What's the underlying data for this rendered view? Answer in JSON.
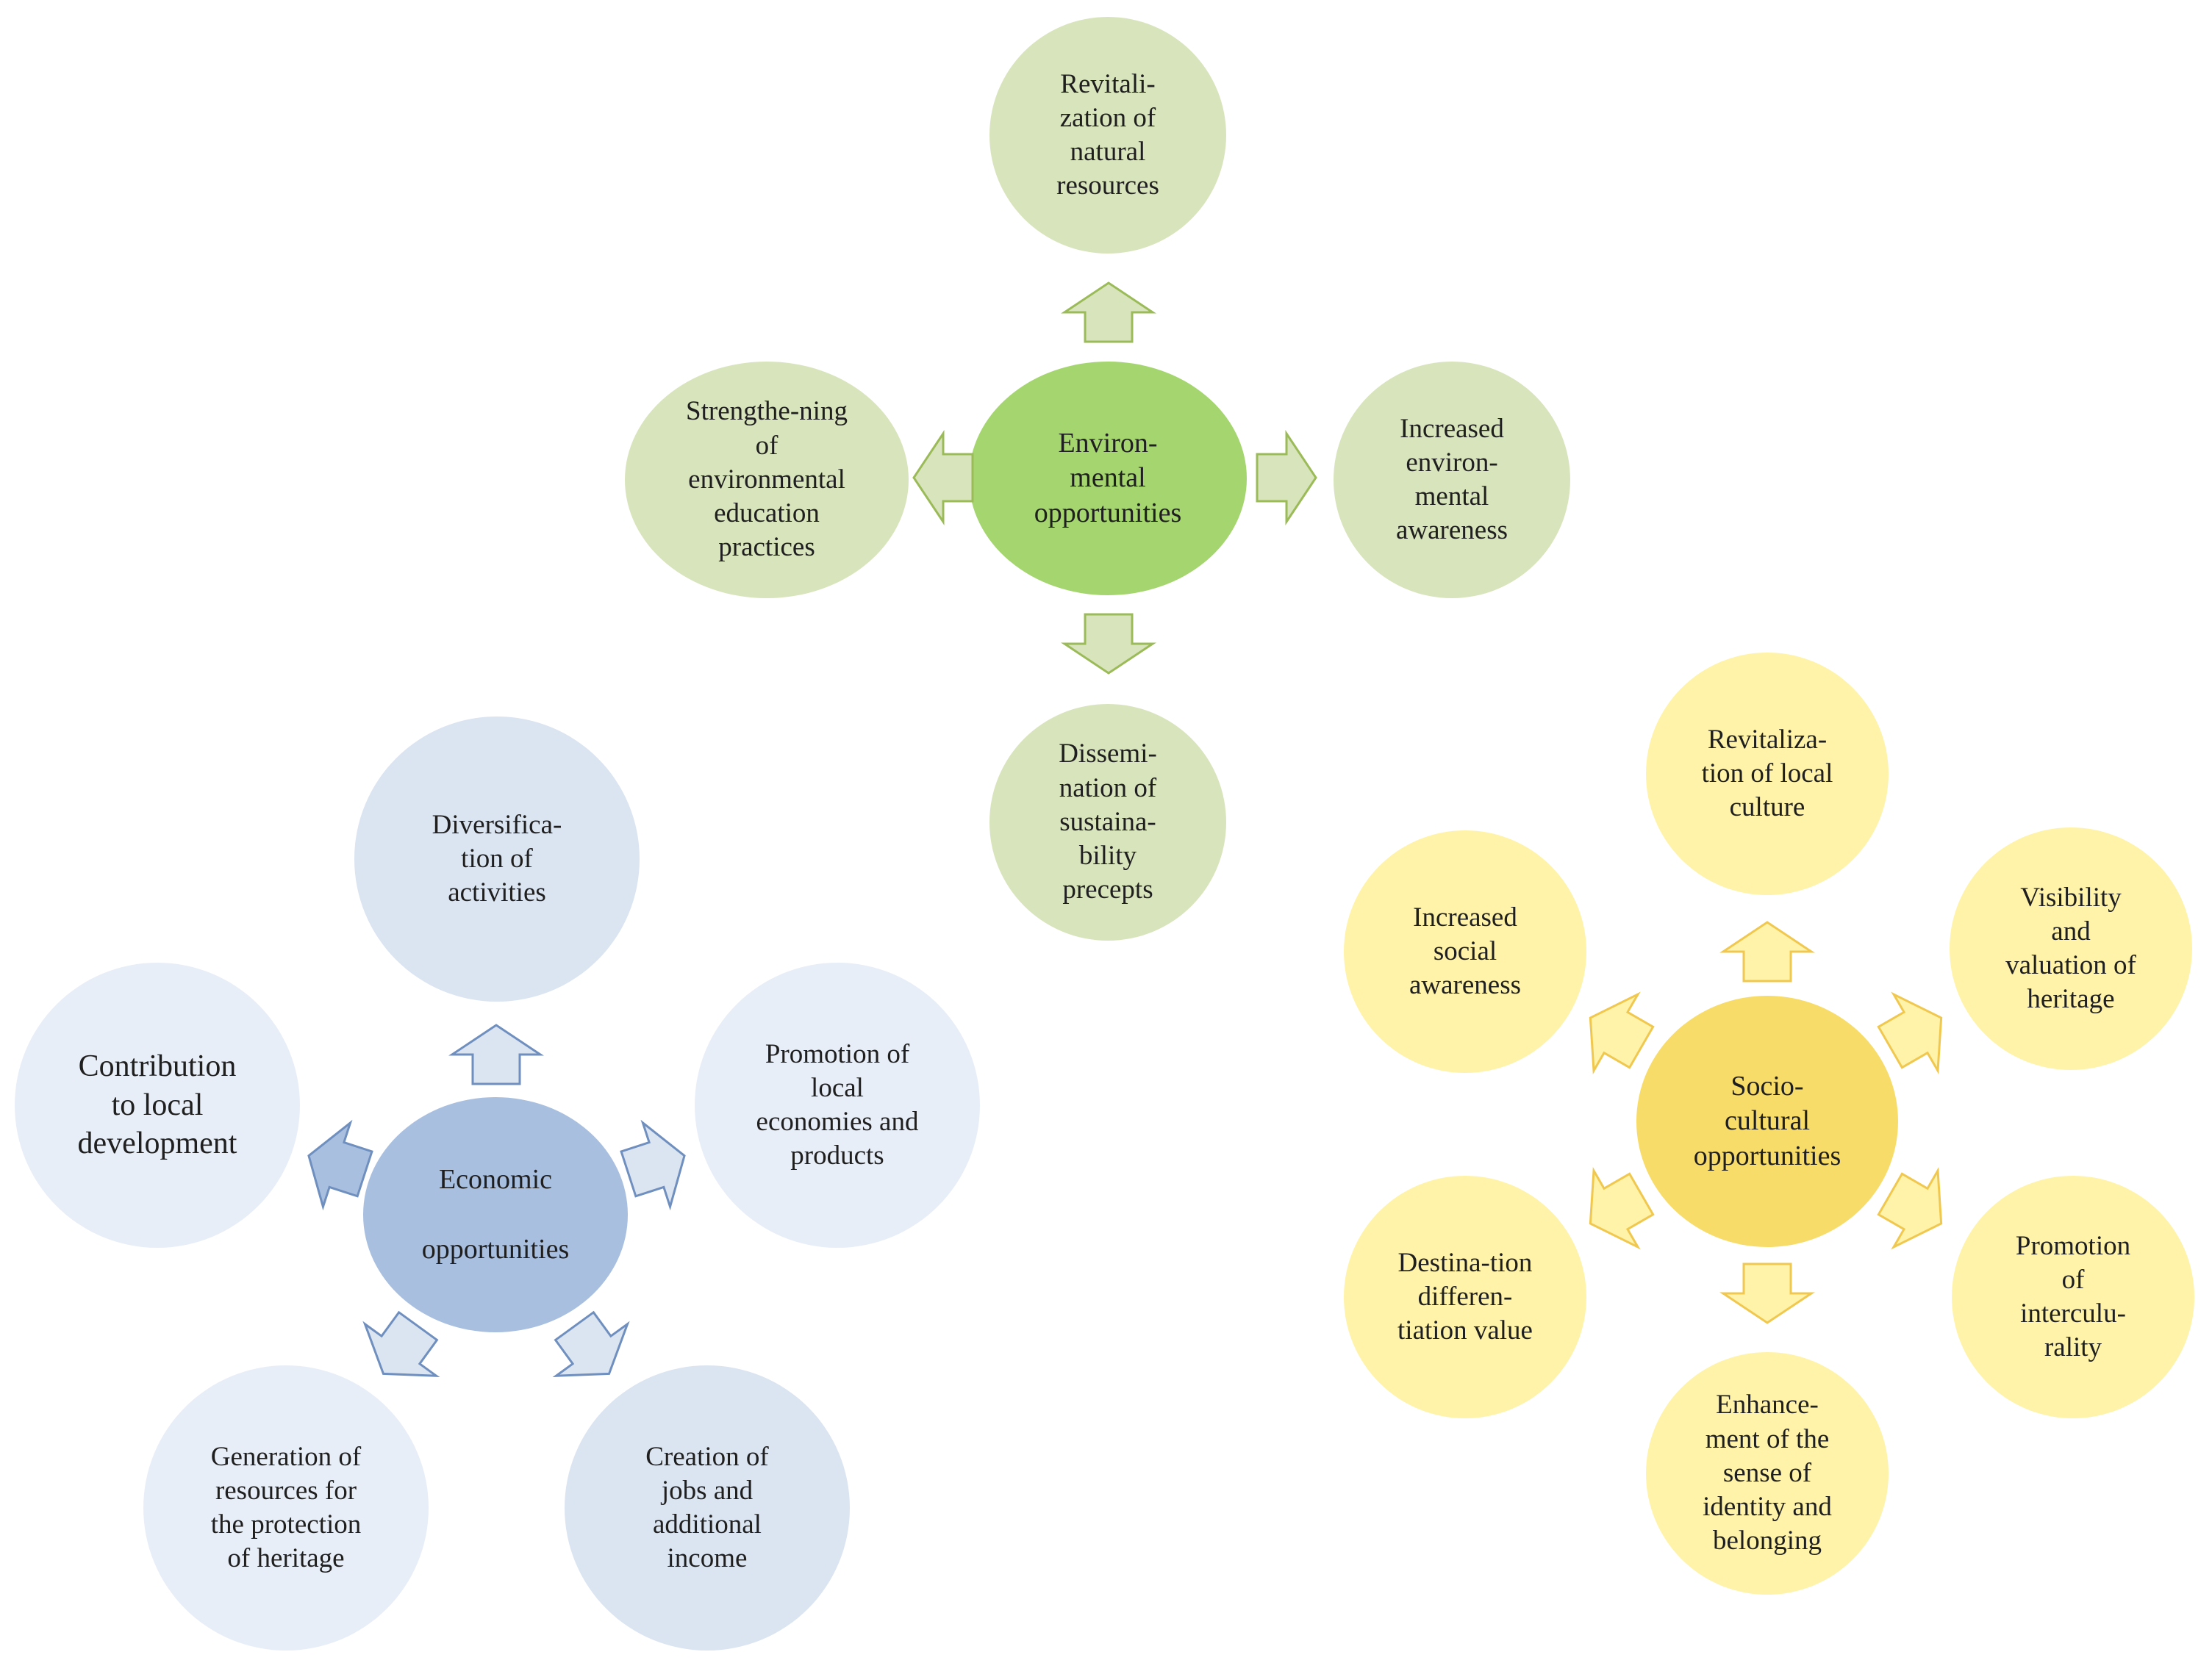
{
  "colors": {
    "environmental_hub": "#a5d56f",
    "environmental_satellite": "#d8e4bc",
    "sociocultural_hub": "#f8dc6a",
    "sociocultural_satellite": "#fff3a9",
    "economic_hub": "#a8bfdf",
    "economic_satellite": "#dbe4f1"
  },
  "environmental": {
    "hub": "Environ-\nmental\nopportunities",
    "top": "Revitali-\nzation of\nnatural\nresources",
    "left": "Strengthe-ning\nof\nenvironmental\neducation\npractices",
    "right": "Increased\nenviron-\nmental\nawareness",
    "bottom": "Dissemi-\nnation of\nsustaina-\nbility\nprecepts"
  },
  "sociocultural": {
    "hub": "Socio-\ncultural\nopportunities",
    "top": "Revitaliza-\ntion of local\nculture",
    "upper_left": "Increased\nsocial\nawareness",
    "upper_right": "Visibility\nand\nvaluation of\nheritage",
    "lower_left": "Destina-tion\ndifferen-\ntiation value",
    "lower_right": "Promotion\nof\ninterculu-\nrality",
    "bottom": "Enhance-\nment of the\nsense of\nidentity and\nbelonging"
  },
  "economic": {
    "hub": "Economic\n\nopportunities",
    "top": "Diversifica-\ntion of\nactivities",
    "left": "Contribution\nto local\ndevelopment",
    "right": "Promotion of\nlocal\neconomies and\nproducts",
    "lower_left": "Generation of\nresources for\nthe protection\nof heritage",
    "lower_right": "Creation of\njobs and\nadditional\nincome"
  }
}
